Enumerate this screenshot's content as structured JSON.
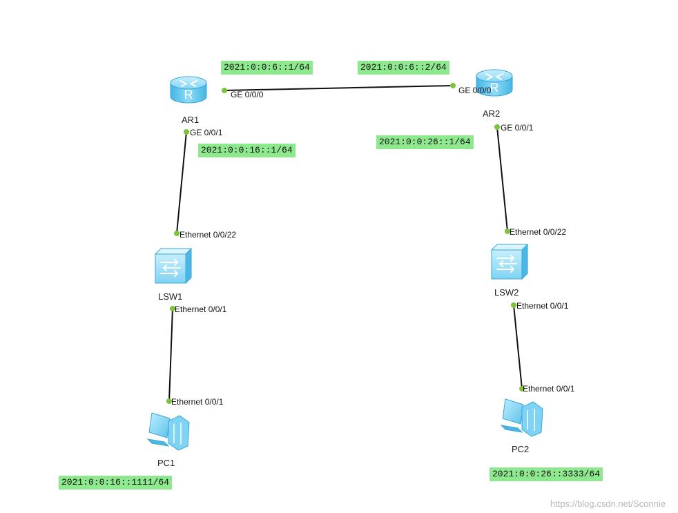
{
  "devices": {
    "ar1": {
      "label": "AR1",
      "icon": "router-icon"
    },
    "ar2": {
      "label": "AR2",
      "icon": "router-icon"
    },
    "lsw1": {
      "label": "LSW1",
      "icon": "switch-icon"
    },
    "lsw2": {
      "label": "LSW2",
      "icon": "switch-icon"
    },
    "pc1": {
      "label": "PC1",
      "icon": "pc-icon"
    },
    "pc2": {
      "label": "PC2",
      "icon": "pc-icon"
    }
  },
  "ports": {
    "ar1_ge000": "GE 0/0/0",
    "ar2_ge000": "GE 0/0/0",
    "ar1_ge001": "GE 0/0/1",
    "ar2_ge001": "GE 0/0/1",
    "lsw1_eth22": "Ethernet 0/0/22",
    "lsw1_eth1": "Ethernet 0/0/1",
    "pc1_eth1": "Ethernet 0/0/1",
    "lsw2_eth22": "Ethernet 0/0/22",
    "lsw2_eth1": "Ethernet 0/0/1",
    "pc2_eth1": "Ethernet 0/0/1"
  },
  "addresses": {
    "ar1_ge000": "2021:0:0:6::1/64",
    "ar2_ge000": "2021:0:0:6::2/64",
    "ar1_ge001": "2021:0:0:16::1/64",
    "ar2_ge001": "2021:0:0:26::1/64",
    "pc1": "2021:0:0:16::1111/64",
    "pc2": "2021:0:0:26::3333/64"
  },
  "watermark": "https://blog.csdn.net/Sconnie",
  "colors": {
    "link": "#111111",
    "port_dot": "#7dc23a",
    "address_highlight": "#8ee88e",
    "device_blue": "#5cc2ea"
  }
}
